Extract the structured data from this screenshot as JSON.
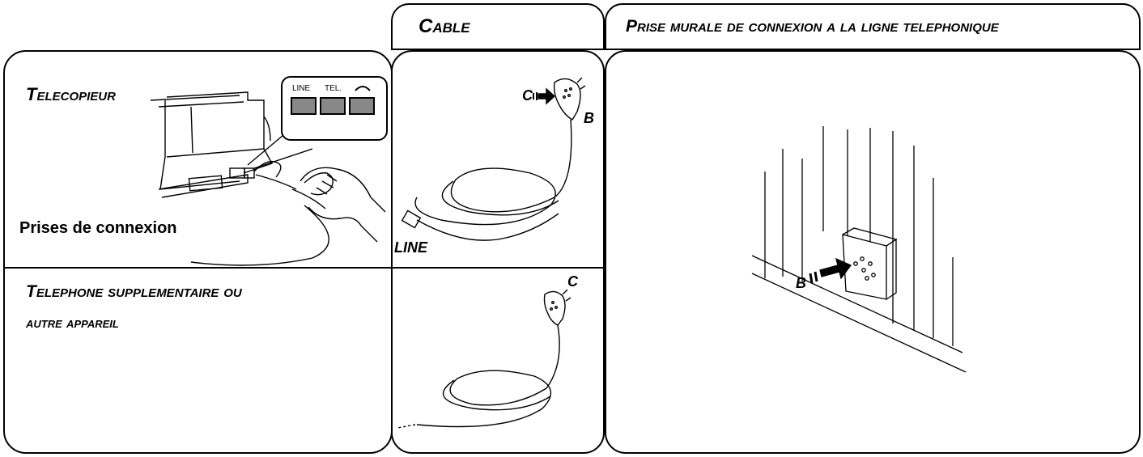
{
  "headers": {
    "cable": "Cable",
    "wall_socket": "Prise murale de connexion a la ligne telephonique"
  },
  "left": {
    "fax_title": "Telecopieur",
    "jacks_caption": "Prises de connexion",
    "jack_labels": [
      "LINE",
      "TEL."
    ],
    "extra_title_line1": "Telephone supplementaire ou",
    "extra_title_line2": "autre appareil"
  },
  "cable_top": {
    "plug_label": "C",
    "end_label": "B",
    "line_label": "LINE"
  },
  "cable_bottom": {
    "plug_label": "C"
  },
  "wall": {
    "insert_label": "B"
  }
}
